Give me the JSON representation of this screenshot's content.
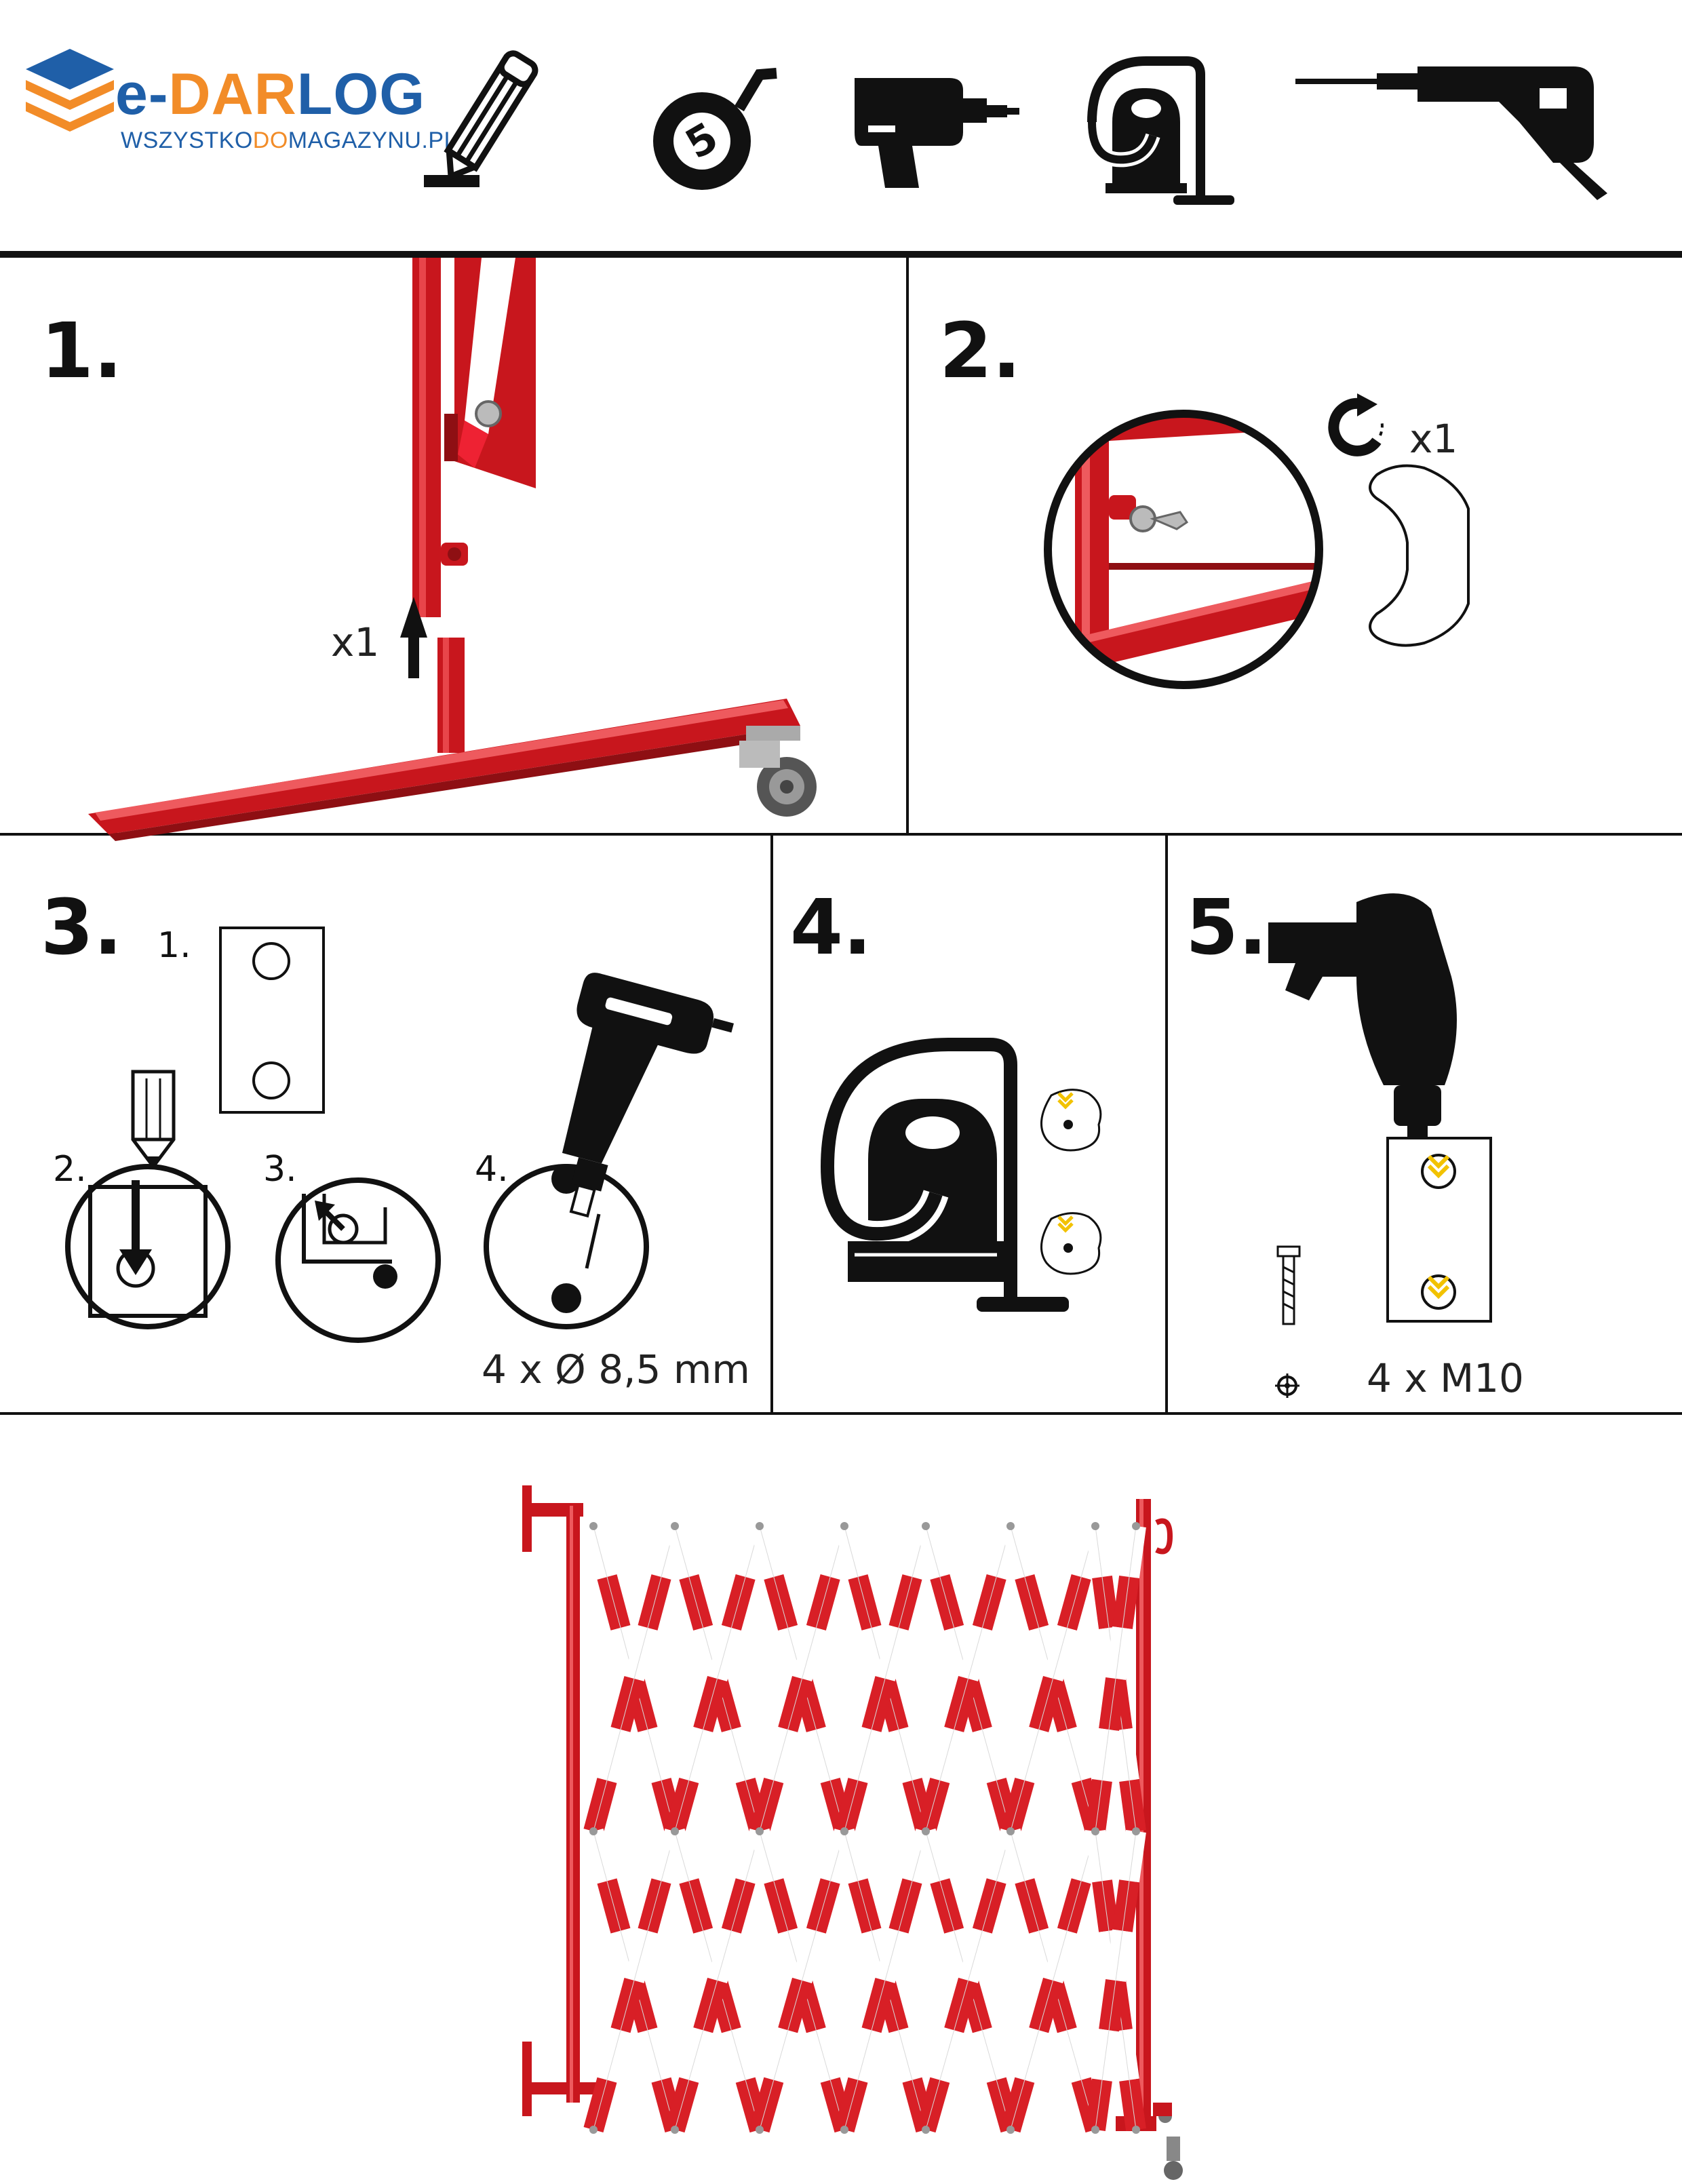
{
  "header": {
    "brand": {
      "prefix": "e-",
      "part1": "DAR",
      "part2": "LOG",
      "tagline_part1": "WSZYSTKO",
      "tagline_part2": "DO",
      "tagline_part3": "MAGAZYNU.PL"
    },
    "tools": [
      "pencil-icon",
      "tape-measure-icon",
      "impact-driver-icon",
      "vacuum-cleaner-icon",
      "hammer-drill-icon"
    ],
    "tape_number": "5"
  },
  "colors": {
    "brand_blue": "#1f5fa8",
    "brand_orange": "#f28c28",
    "frame_red": "#d81f26",
    "accent_yellow": "#f2c200",
    "line": "#111111"
  },
  "steps": {
    "step1": {
      "number": "1.",
      "quantity": "x1"
    },
    "step2": {
      "number": "2.",
      "quantity": "x1"
    },
    "step3": {
      "number": "3.",
      "sub1": "1.",
      "sub2": "2.",
      "sub3": "3.",
      "sub4": "4.",
      "drill_spec": "4 x Ø 8,5 mm"
    },
    "step4": {
      "number": "4."
    },
    "step5": {
      "number": "5.",
      "bolt_spec": "4 x M10"
    }
  }
}
